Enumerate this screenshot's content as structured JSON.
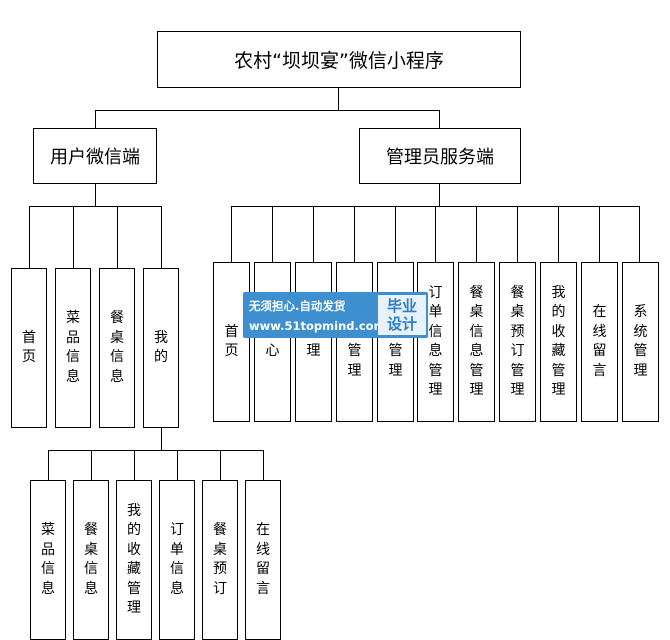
{
  "root": {
    "label": "农村“坝坝宴”微信小程序"
  },
  "user_side": {
    "label": "用户微信端",
    "items": [
      "首页",
      "菜品信息",
      "餐桌信息",
      "我的"
    ],
    "my_children": [
      "菜品信息",
      "餐桌信息",
      "我的收藏管理",
      "订单信息",
      "餐桌预订",
      "在线留言"
    ]
  },
  "admin_side": {
    "label": "管理员服务端",
    "items": [
      "首页",
      "中心",
      "管理",
      "菜型管理",
      "菜息管理",
      "订单信息管理",
      "餐桌信息管理",
      "餐桌预订管理",
      "我的收藏管理",
      "在线留言",
      "系统管理"
    ]
  },
  "watermark": {
    "line1": "无须担心.自动发货",
    "line2": "www.51topmind.com",
    "badge": [
      "毕业",
      "设计"
    ],
    "color": "#3d8fd0"
  }
}
